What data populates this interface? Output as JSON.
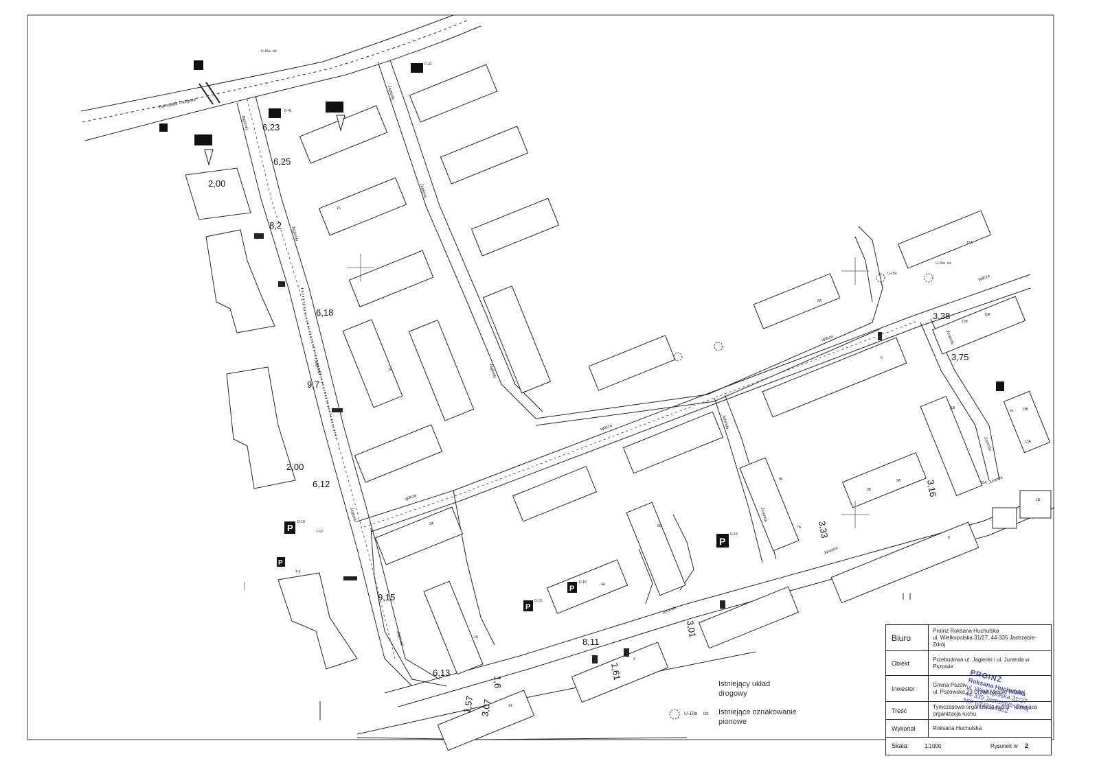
{
  "dimensions": [
    "6,23",
    "6,25",
    "2,00",
    "8,2",
    "6,18",
    "9,7",
    "2,00",
    "6,12",
    "9,15",
    "6,13",
    "1,6",
    "1,57",
    "3,07",
    "8,11",
    "1,61",
    "3,01",
    "3,33",
    "3,16",
    "3,75",
    "3,38"
  ],
  "streets": {
    "jagienki": "Jagienki",
    "wilcza": "Wilcza",
    "juranda": "Juranda",
    "romualda": "Romualda Traugutta"
  },
  "sign_labels": {
    "d41": "D-41",
    "d18": "D-18",
    "t12": "T-12",
    "t3": "T-3",
    "u18a": "U-18a",
    "ist": "ist."
  },
  "buildings": [
    "1B",
    "1A",
    "2A",
    "3A",
    "4",
    "4A",
    "5A",
    "5B",
    "6",
    "7A",
    "7B",
    "8",
    "9A",
    "9B",
    "10A",
    "10B",
    "11A",
    "11B",
    "12A",
    "13A",
    "13B",
    "14",
    "15"
  ],
  "legend": {
    "existing_layout": "Istniejący układ drogowy",
    "existing_signs": "Istniejące oznakowanie pionowe",
    "sign_code": "U-18a",
    "sign_suffix": "ist."
  },
  "title_block": {
    "biuro_label": "Biuro",
    "biuro_value_1": "ProInż Roksana Huchulska",
    "biuro_value_2": "ul. Wielkopolska 31/27, 44-335 Jastrzębie-Zdrój",
    "obiekt_label": "Obiekt",
    "obiekt_value": "Przebudowa ul. Jagienki i ul. Juranda w Pszowie",
    "inwestor_label": "Inwestor",
    "inwestor_value_1": "Gmina Pszów",
    "inwestor_value_2": "ul. Pszowska 23 Urząd Miejski Pszów",
    "tresc_label": "Treść",
    "tresc_value": "Tymczasowa organizacja ruchu - istniejąca organizacja ruchu",
    "wykonal_label": "Wykonał",
    "wykonal_value": "Roksana Huchulska",
    "skala_label": "Skala:",
    "skala_value": "1:1000",
    "rysunek_label": "Rysunek nr",
    "rysunek_value": "2"
  },
  "stamp": {
    "line1": "PROINŻ",
    "line2": "Roksana Huchulska",
    "line3": "ul. Wielkopolska 31/27",
    "line4": "44-335 Jastrzębie-Zdrój",
    "line5": "NIP 6332116362"
  },
  "colors": {
    "line": "#222222",
    "sign": "#111111",
    "stamp": "#1d2ab8"
  }
}
